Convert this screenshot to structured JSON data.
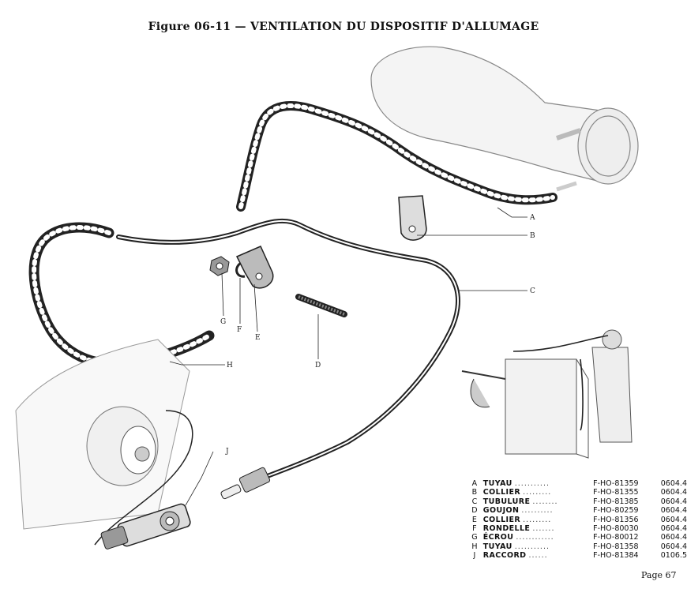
{
  "title": "Figure 06-11 — VENTILATION DU DISPOSITIF D'ALLUMAGE",
  "callouts": [
    "A",
    "B",
    "C",
    "D",
    "E",
    "F",
    "G",
    "H",
    "J"
  ],
  "parts": [
    {
      "letter": "A",
      "name": "TUYAU",
      "ref": "F-HO-81359",
      "code": "0604.4"
    },
    {
      "letter": "B",
      "name": "COLLIER",
      "ref": "F-HO-81355",
      "code": "0604.4"
    },
    {
      "letter": "C",
      "name": "TUBULURE",
      "ref": "F-HO-81385",
      "code": "0604.4"
    },
    {
      "letter": "D",
      "name": "GOUJON",
      "ref": "F-HO-80259",
      "code": "0604.4"
    },
    {
      "letter": "E",
      "name": "COLLIER",
      "ref": "F-HO-81356",
      "code": "0604.4"
    },
    {
      "letter": "F",
      "name": "RONDELLE",
      "ref": "F-HO-80030",
      "code": "0604.4"
    },
    {
      "letter": "G",
      "name": "ÉCROU",
      "ref": "F-HO-80012",
      "code": "0604.4"
    },
    {
      "letter": "H",
      "name": "TUYAU",
      "ref": "F-HO-81358",
      "code": "0604.4"
    },
    {
      "letter": "J",
      "name": "RACCORD",
      "ref": "F-HO-81384",
      "code": "0106.5"
    }
  ],
  "page": "Page 67"
}
